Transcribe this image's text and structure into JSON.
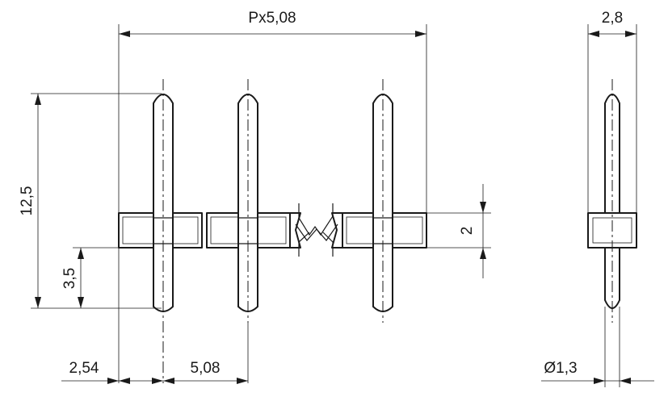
{
  "dimensions": {
    "overall_pitch": "Px5,08",
    "height": "12,5",
    "lower_pin": "3,5",
    "body_height": "2",
    "edge_offset": "2,54",
    "pitch": "5,08",
    "side_width": "2,8",
    "pin_diameter": "Ø1,3"
  },
  "icons": {
    "break_mark": "zigzag-break-icon"
  }
}
